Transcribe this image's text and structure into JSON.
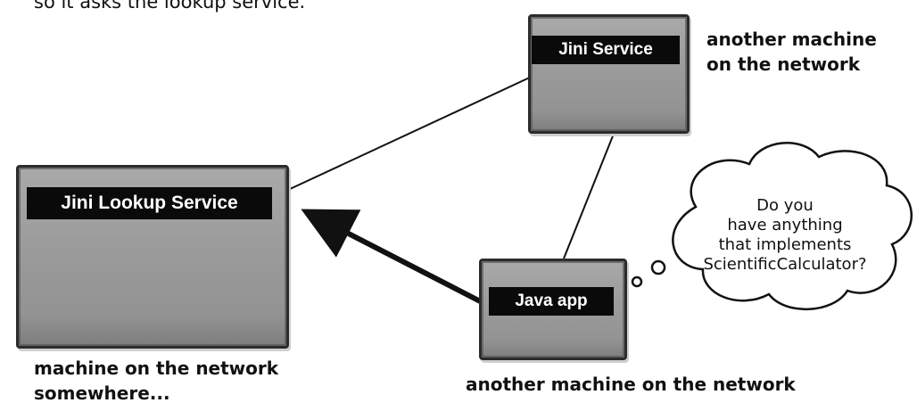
{
  "intro": {
    "lines": [
      "",
      "so it asks the lookup service."
    ]
  },
  "nodes": {
    "lookup": {
      "label": "Jini Lookup Service",
      "caption": [
        "machine on the network",
        "somewhere..."
      ]
    },
    "jini_service": {
      "label": "Jini Service",
      "caption": [
        "another machine",
        "on the network"
      ]
    },
    "java_app": {
      "label": "Java app",
      "caption": [
        "another machine on the network"
      ]
    }
  },
  "thought_bubble": {
    "lines": [
      "Do you",
      "have anything",
      "that implements",
      "ScientificCalculator?"
    ]
  },
  "colors": {
    "label_bg": "#0a0a0a",
    "label_text": "#ffffff",
    "box_fill": "#9b9b9b",
    "line": "#111111"
  }
}
